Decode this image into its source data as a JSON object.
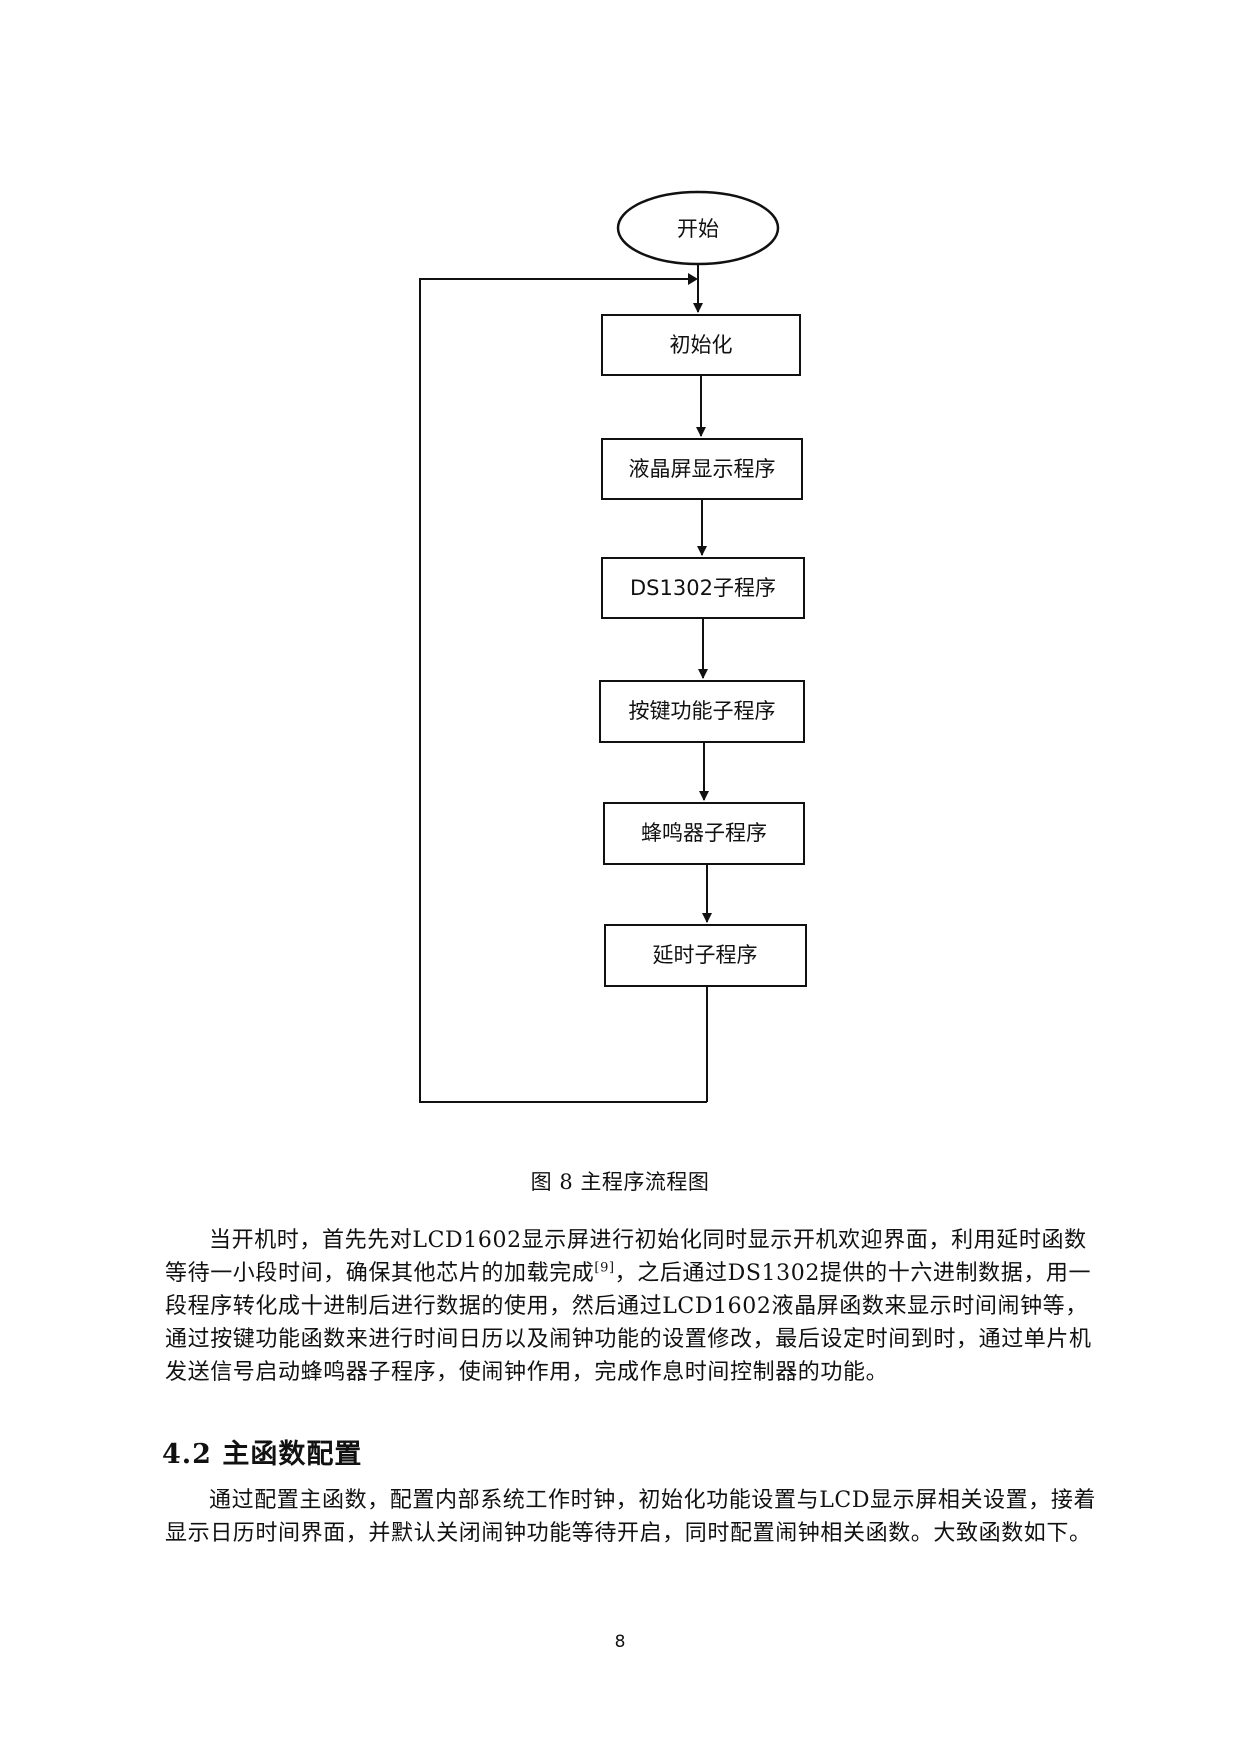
{
  "flowchart": {
    "start": "开始",
    "steps": [
      "初始化",
      "液晶屏显示程序",
      "DS1302子程序",
      "按键功能子程序",
      "蜂鸣器子程序",
      "延时子程序"
    ]
  },
  "caption": "图 8  主程序流程图",
  "paragraph1": {
    "before_cite": "当开机时，首先先对LCD1602显示屏进行初始化同时显示开机欢迎界面，利用延时函数等待一小段时间，确保其他芯片的加载完成",
    "cite": "[9]",
    "after_cite": "，之后通过DS1302提供的十六进制数据，用一段程序转化成十进制后进行数据的使用，然后通过LCD1602液晶屏函数来显示时间闹钟等，通过按键功能函数来进行时间日历以及闹钟功能的设置修改，最后设定时间到时，通过单片机发送信号启动蜂鸣器子程序，使闹钟作用，完成作息时间控制器的功能。"
  },
  "section": {
    "heading": "4.2 主函数配置"
  },
  "paragraph2": "通过配置主函数，配置内部系统工作时钟，初始化功能设置与LCD显示屏相关设置，接着显示日历时间界面，并默认关闭闹钟功能等待开启，同时配置闹钟相关函数。大致函数如下。",
  "page_number": "8"
}
